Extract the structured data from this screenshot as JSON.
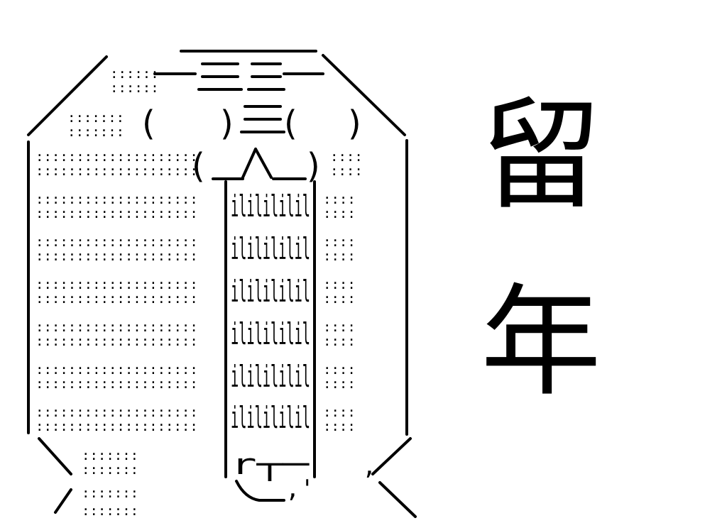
{
  "ascii_art": {
    "top_bar": "＿＿＿＿＿",
    "top_row_1": "::::::.──三三──",
    "top_row_2": "::::::",
    "brackets_row": ":::::::（　）三（　）",
    "lower_bracket_row": "（＿人＿）",
    "left_dots": "::::::::::::::::::::",
    "right_dots": "::::",
    "stripe": "ililililil",
    "bottom_block": "r┬─",
    "bottom_curve": "ヽ＿,'",
    "bottom_left": "ノ:::::::",
    "bottom_comma": ",",
    "foot_dots": ":::::::"
  },
  "vertical_text": {
    "char_1": "留",
    "char_2": "年"
  }
}
